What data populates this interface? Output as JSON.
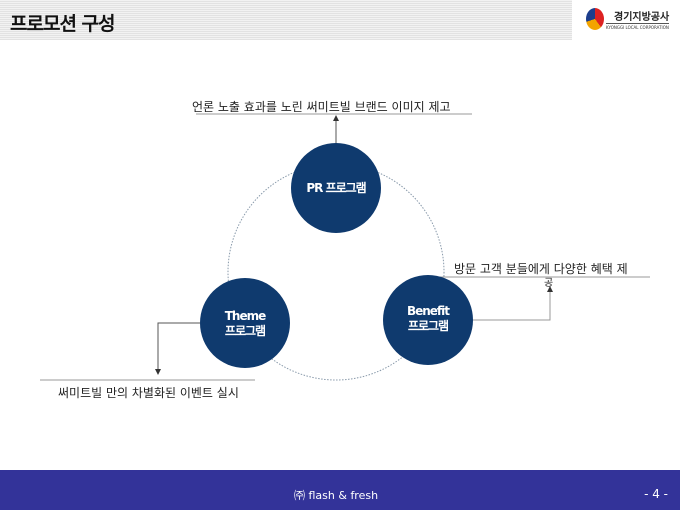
{
  "header": {
    "title": "프로모션 구성",
    "logo_text": "경기지방공사",
    "logo_sub": "KYONGGI LOCAL CORPORATION"
  },
  "nodes": {
    "pr": [
      "PR 프로그램"
    ],
    "theme": [
      "Theme",
      "프로그램"
    ],
    "benefit": [
      "Benefit",
      "프로그램"
    ]
  },
  "labels": {
    "pr": "언론 노출 효과를 노린 써미트빌 브랜드 이미지 제고",
    "benefit_1": "방문 고객 분들에게 다양한 혜택 제",
    "benefit_2": "공",
    "theme": "써미트빌 만의 차별화된 이벤트 실시"
  },
  "footer": {
    "slogan": "㈜ flash & fresh",
    "page": "- 4 -"
  },
  "colors": {
    "node": "#0f3a6e",
    "footer": "#333399"
  }
}
